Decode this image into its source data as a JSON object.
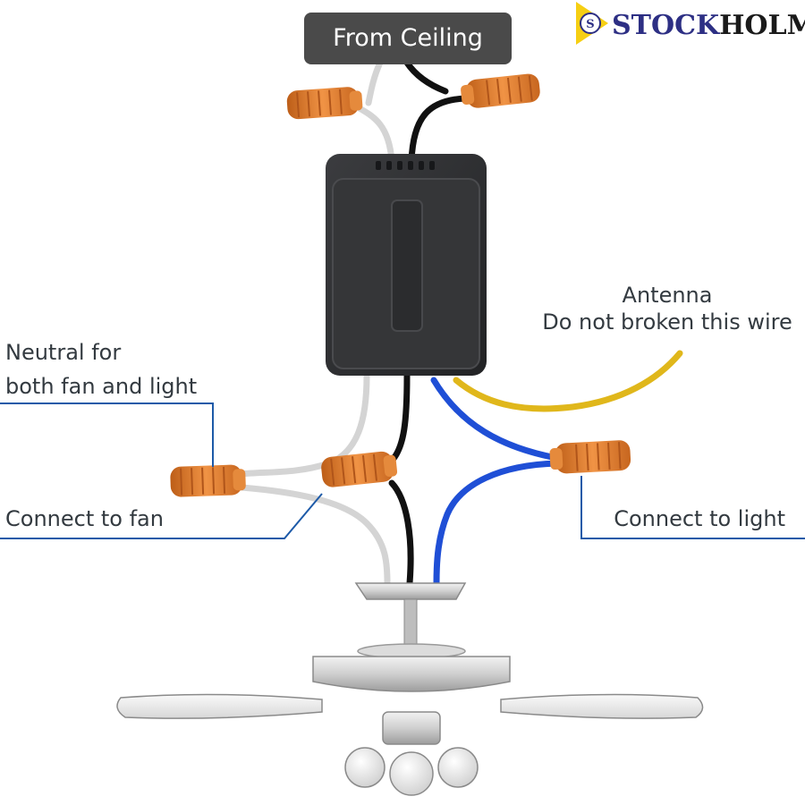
{
  "diagram": {
    "source_label": "From Ceiling",
    "antenna_label_line1": "Antenna",
    "antenna_label_line2": "Do not broken this wire",
    "neutral_label_line1": "Neutral for",
    "neutral_label_line2": "both fan and light",
    "fan_label": "Connect to fan",
    "light_label": "Connect to light"
  },
  "brand": {
    "name_part1": "STOCK",
    "name_part2": "HOLM",
    "emblem_letter": "S"
  },
  "colors": {
    "neutral_wire": "#d4d4d4",
    "hot_wire": "#111111",
    "light_wire": "#1f4fd6",
    "antenna_wire": "#e0b71b",
    "wire_nut": "#d8742b",
    "receiver_body": "#2e2f31",
    "callout_line": "#1d5aa8",
    "label_box": "#4a4a4a",
    "brand_blue": "#2d2f84",
    "brand_yellow": "#f6cf13"
  }
}
